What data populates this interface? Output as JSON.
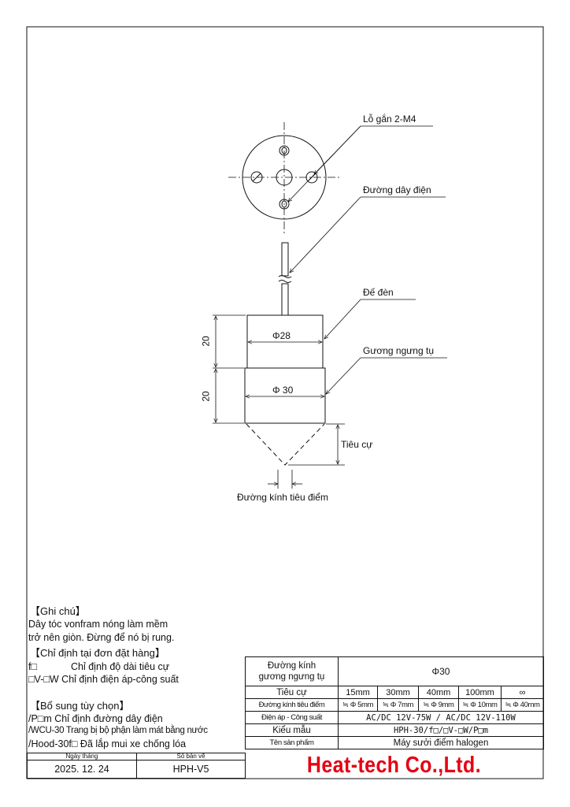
{
  "drawing": {
    "callouts": {
      "mount_holes": "Lỗ gắn 2-M4",
      "power_wire": "Đường dây điện",
      "lamp_base": "Đế đèn",
      "reflector": "Gương ngưng tụ",
      "focal_length": "Tiêu cự",
      "focal_diameter": "Đường kính tiêu điểm"
    },
    "dims": {
      "base_height": "20",
      "reflector_height": "20",
      "base_diameter": "Φ28",
      "reflector_diameter": "Φ 30"
    }
  },
  "notes": {
    "note_title": "【Ghi chú】",
    "note_line1": "Dây tóc vonfram nóng làm mềm",
    "note_line2": "trở nên giòn. Đừng để nó bị rung.",
    "order_title": "【Chỉ định tại đơn đặt hàng】",
    "order_f_code": "f□",
    "order_f_text": "Chỉ định độ dài tiêu cự",
    "order_v_line": "□V-□W Chỉ định điện áp-công suất",
    "options_title": "【Bổ sung tùy chọn】",
    "option1": "/P□m Chỉ định đường dây điện",
    "option2": "/WCU-30 Trang bị bộ phận làm mát bằng nước",
    "option3": "/Hood-30f□ Đã lắp mui xe chống lóa"
  },
  "title_block": {
    "date_label": "Ngày tháng",
    "date_value": "2025. 12. 24",
    "drawing_no_label": "Số bản vẽ",
    "drawing_no_value": "HPH-V5",
    "reflector_dia_label_1": "Đường kính",
    "reflector_dia_label_2": "gương ngưng tụ",
    "reflector_dia_value": "Φ30",
    "focal_label": "Tiêu cự",
    "focal_values": [
      "15mm",
      "30mm",
      "40mm",
      "100mm",
      "∞"
    ],
    "spot_label": "Đường kính tiêu điểm",
    "spot_values": [
      "≒ Φ 5mm",
      "≒ Φ 7mm",
      "≒ Φ 9mm",
      "≒ Φ 10mm",
      "≒ Φ 40mm"
    ],
    "voltage_label": "Điện áp - Công suất",
    "voltage_value": "AC/DC 12V-75W / AC/DC 12V-110W",
    "model_label": "Kiểu mẫu",
    "model_value": "HPH-30/f□/□V-□W/P□m",
    "product_label": "Tên sản phẩm",
    "product_value": "Máy sưởi điểm halogen",
    "company": "Heat-tech Co.,Ltd.",
    "brand_color": "#e50012"
  }
}
